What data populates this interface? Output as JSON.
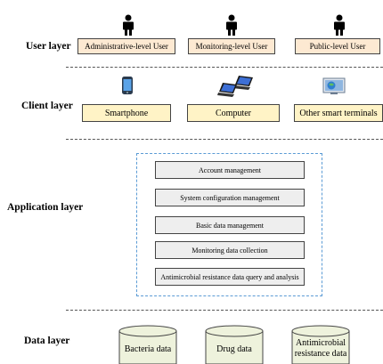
{
  "layers": {
    "user": "User layer",
    "client": "Client layer",
    "application": "Application layer",
    "data": "Data layer"
  },
  "users": [
    "Administrative-level User",
    "Monitoring-level User",
    "Public-level User"
  ],
  "clients": [
    "Smartphone",
    "Computer",
    "Other smart terminals"
  ],
  "modules": [
    "Account management",
    "System configuration management",
    "Basic data management",
    "Monitoring data collection",
    "Antimicrobial resistance data query and analysis"
  ],
  "databases": [
    "Bacteria data",
    "Drug data",
    "Antimicrobial",
    "resistance data"
  ],
  "icons": {
    "user": "person-icon",
    "smartphone": "smartphone-icon",
    "computer": "laptop-icon",
    "terminal": "monitor-icon",
    "database": "cylinder-icon"
  },
  "colors": {
    "user_box": "#fde9d2",
    "client_box": "#fff3c6",
    "module_box": "#eeeeee",
    "database": "#eef2dc",
    "app_border": "#5b9bd5"
  }
}
